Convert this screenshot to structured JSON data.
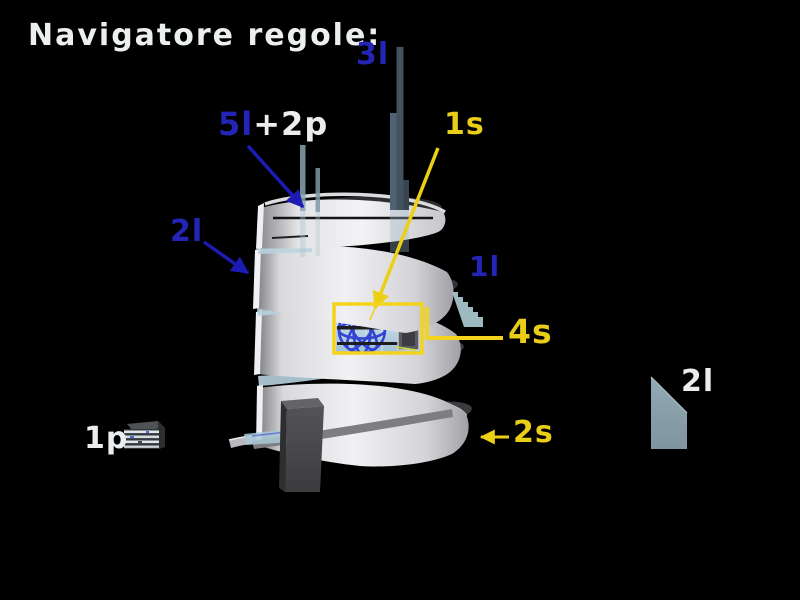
{
  "title": "Navigatore regole:",
  "labels": [
    {
      "id": "3l",
      "text": "3l",
      "color": "#2424b6"
    },
    {
      "id": "5l",
      "text": "5l",
      "color": "#2424b6"
    },
    {
      "id": "2p",
      "text": "+2p",
      "color": "#ebedee"
    },
    {
      "id": "1s",
      "text": "1s",
      "color": "#e9cd16"
    },
    {
      "id": "2l-left",
      "text": "2l",
      "color": "#2424b6"
    },
    {
      "id": "1l",
      "text": "1l",
      "color": "#2424b6"
    },
    {
      "id": "4s",
      "text": "4s",
      "color": "#e9cd16"
    },
    {
      "id": "2s",
      "text": "2s",
      "color": "#e9cd16"
    },
    {
      "id": "2l-right",
      "text": "2l",
      "color": "#ebedee"
    },
    {
      "id": "1p",
      "text": "1p",
      "color": "#ebedee"
    }
  ],
  "colors": {
    "background": "#000000",
    "label_blue": "#2424b6",
    "label_yellow": "#e9cd16",
    "label_white": "#ebedee",
    "highlight_box": "#f2d41c",
    "arrow_blue": "#1c1cb4",
    "arrow_yellow": "#ecd016",
    "tower_white": "#ededf0",
    "glass_blue": "#b7d3df",
    "wireframe_blue": "#2c3cd4",
    "panel_slate": "#8ba1ab"
  }
}
